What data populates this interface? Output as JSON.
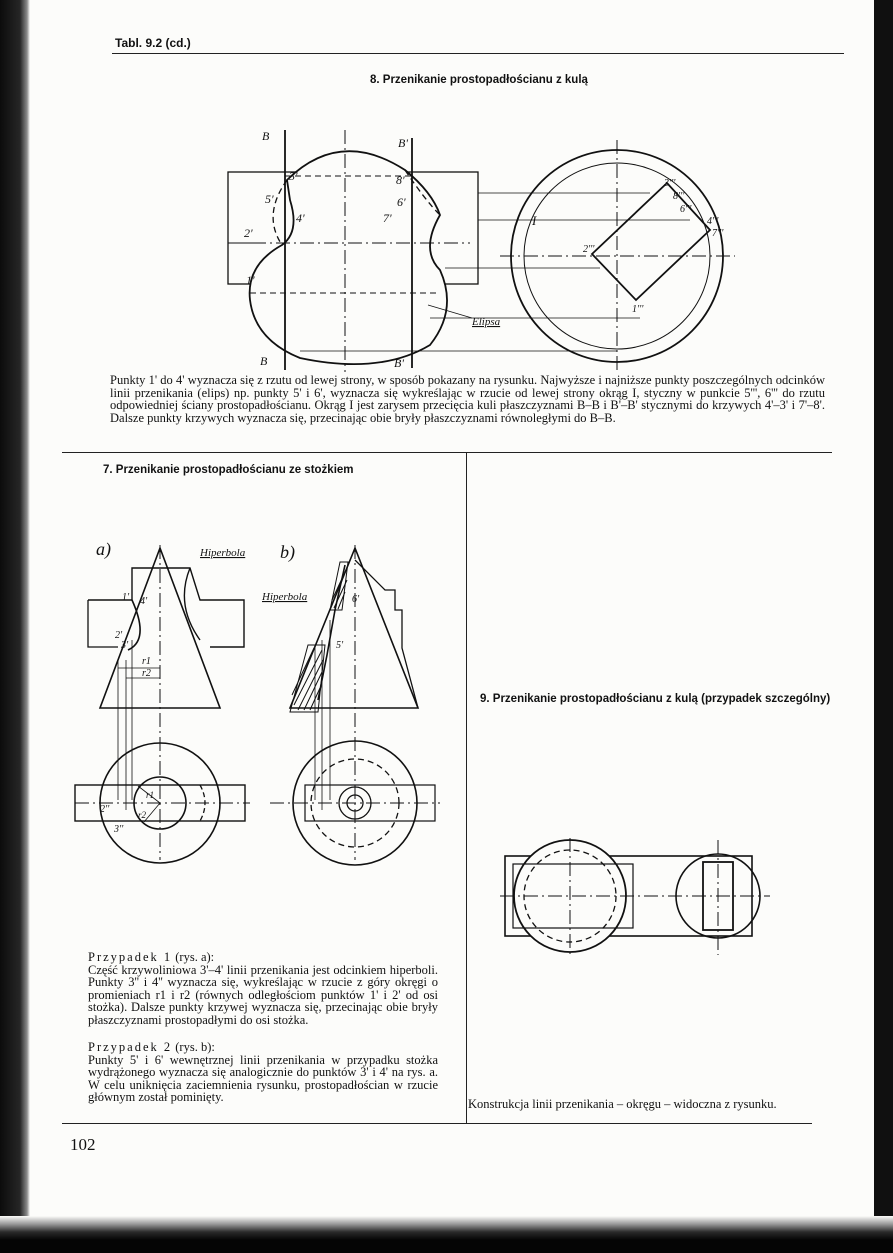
{
  "header": "Tabl. 9.2 (cd.)",
  "page_number": "102",
  "sec8": {
    "title": "8. Przenikanie prostopadłościanu z kulą",
    "labels": {
      "B_top": "B",
      "B_bot": "B",
      "Bp_top": "B'",
      "Bp_bot": "B'",
      "p3": "3'",
      "p8": "8'",
      "p5": "5'",
      "p6": "6'",
      "p4": "4'",
      "p7": "7'",
      "p2": "2'",
      "p1": "1'",
      "ellipse": "Elipsa",
      "I": "I",
      "p3t": "3'''",
      "p8t": "8'''",
      "p5t": "5'''",
      "p6t": "6'''",
      "p4t": "4'''",
      "p7t": "7'''",
      "p2t": "2'''",
      "p1t": "1'''"
    },
    "text": "Punkty 1' do 4' wyznacza się z rzutu od lewej strony, w sposób pokazany na rysunku. Najwyższe i najniższe punkty poszczególnych odcinków linii przenikania (elips) np. punkty 5' i 6', wyznacza się wykreślając w rzucie od lewej strony okrąg I, styczny w punkcie 5''', 6''' do rzutu odpowiedniej ściany prostopadłościanu. Okrąg I jest zarysem przecięcia kuli płaszczyznami B–B i B'–B' stycznymi do krzywych 4'–3' i 7'–8'. Dalsze punkty krzywych wyznacza się, przecinając obie bryły płaszczyznami równoległymi do B–B."
  },
  "sec7": {
    "title": "7. Przenikanie prostopadłościanu ze stożkiem",
    "labels": {
      "a": "a)",
      "b": "b)",
      "hyp_a": "Hiperbola",
      "hyp_b": "Hiperbola",
      "p1": "1'",
      "p4": "4'",
      "p2": "2'",
      "p3": "3'",
      "r1": "r1",
      "r2": "r2",
      "p2b": "2''",
      "p3b": "3''",
      "r1b": "r1",
      "r2b": "r2",
      "p6": "6'",
      "p5": "5'"
    },
    "case1_head": "Przypadek 1",
    "case1_ref": "(rys. a):",
    "case1_text": "Część krzywoliniowa 3'–4' linii przenikania jest odcinkiem hiperboli. Punkty 3'' i 4'' wyznacza się, wykreślając w rzucie z góry okręgi o promieniach r1 i r2 (równych odległościom punktów 1' i 2' od osi stożka). Dalsze punkty krzywej wyznacza się, przecinając obie bryły płaszczyznami prostopadłymi do osi stożka.",
    "case2_head": "Przypadek 2",
    "case2_ref": "(rys. b):",
    "case2_text": "Punkty 5' i 6' wewnętrznej linii przenikania w przypadku stożka wydrążonego wyznacza się analogicznie do punktów 3' i 4' na rys. a. W celu uniknięcia zaciemnienia rysunku, prostopadłościan w rzucie głównym został pominięty."
  },
  "sec9": {
    "title": "9. Przenikanie prostopadłościanu z kulą (przypadek szczególny)",
    "caption": "Konstrukcja linii przenikania – okręgu – widoczna z rysunku."
  }
}
